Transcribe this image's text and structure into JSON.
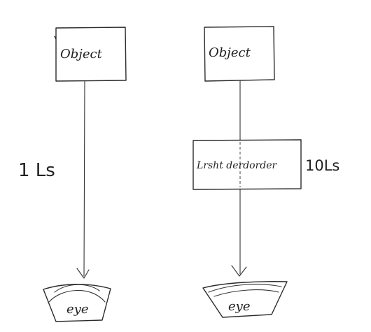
{
  "diagram": {
    "left": {
      "object_label": "Object",
      "distance_label": "1 Ls",
      "eye_label": "eye"
    },
    "right": {
      "object_label": "Object",
      "filter_label": "Lrsht  derdorder",
      "distance_label": "10Ls",
      "eye_label": "eye"
    }
  },
  "colors": {
    "ink": "#2a2a2a",
    "paper": "#ffffff"
  }
}
